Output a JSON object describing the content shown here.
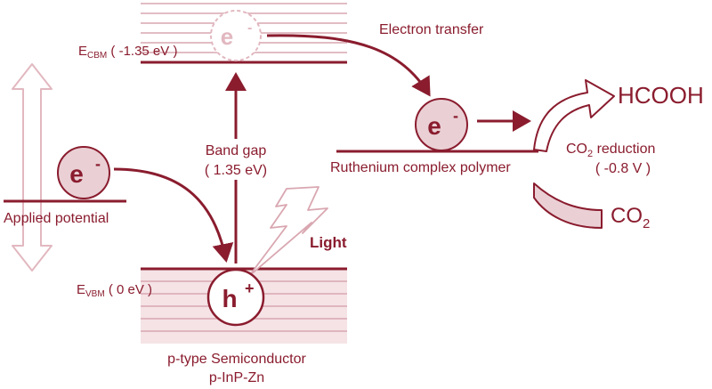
{
  "labels": {
    "e_cbm_main": "E",
    "e_cbm_sub": "CBM",
    "e_cbm_value": " ( -1.35 eV )",
    "e_vbm_main": "E",
    "e_vbm_sub": "VBM",
    "e_vbm_value": " ( 0 eV )",
    "electron_transfer": "Electron transfer",
    "band_gap_line1": "Band gap",
    "band_gap_line2": "( 1.35 eV)",
    "applied_potential": "Applied potential",
    "light": "Light",
    "ruthenium": "Ruthenium complex polymer",
    "co2_reduction_main": "CO",
    "co2_reduction_sub": "2",
    "co2_reduction_rest": " reduction",
    "co2_reduction_value": "( -0.8 V )",
    "hcooh": "HCOOH",
    "co2_product_main": "CO",
    "co2_product_sub": "2",
    "semiconductor_line1": "p-type Semiconductor",
    "semiconductor_line2": "p-InP-Zn"
  },
  "particles": {
    "electron_symbol": "e",
    "electron_charge": "-",
    "hole_symbol": "h",
    "hole_charge": "+"
  },
  "colors": {
    "primary": "#8a1c2e",
    "light_fill": "#ead0d5",
    "faded": "#e2b8c0",
    "band_lines": "#d9a7b1"
  }
}
